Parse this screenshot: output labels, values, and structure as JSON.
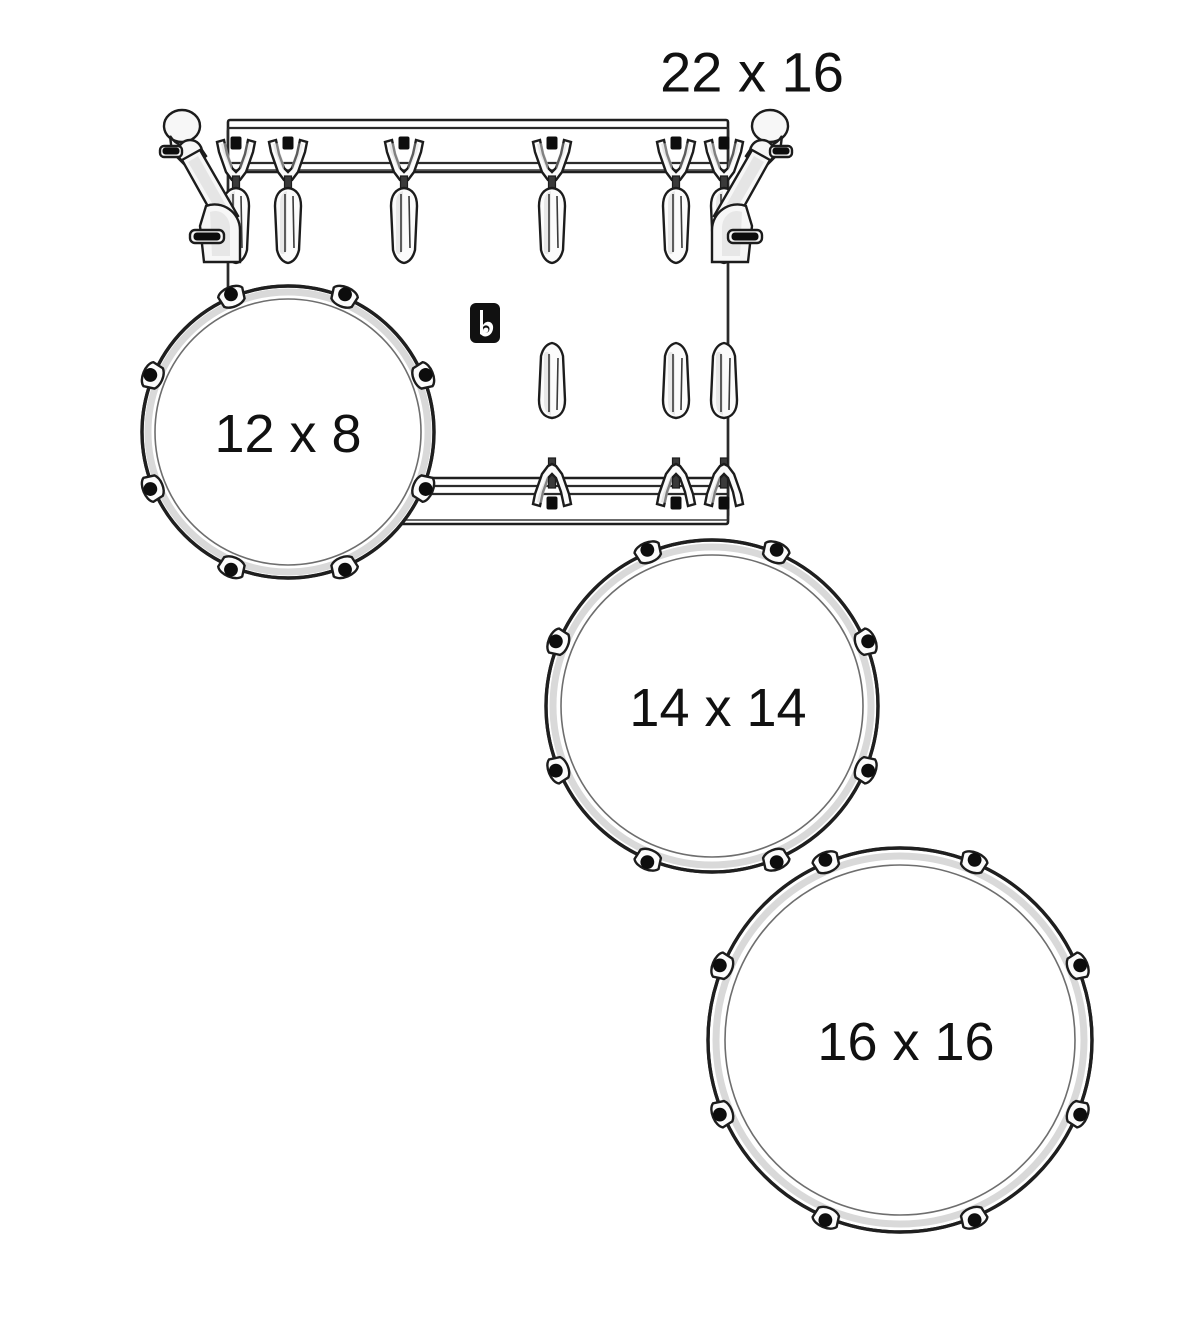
{
  "document": {
    "kind": "drum-kit-configuration-diagram",
    "background_color": "#ffffff",
    "ink_color": "#1a1a1a",
    "label_color": "#111111"
  },
  "drums": {
    "bass_drum": {
      "name": "bass-drum",
      "label": "22 x 16",
      "label_position": "above-right",
      "diameter_in": 22,
      "depth_in": 16,
      "lug_count_visible": 5,
      "hoop_style": "wood-hoop-with-claw-hooks"
    },
    "rack_tom": {
      "name": "rack-tom",
      "label": "12 x 8",
      "label_position": "center",
      "diameter_in": 12,
      "depth_in": 8,
      "lug_count_visible": 8,
      "hoop_style": "triple-flange"
    },
    "floor_tom_small": {
      "name": "floor-tom-14",
      "label": "14 x 14",
      "label_position": "center",
      "diameter_in": 14,
      "depth_in": 14,
      "lug_count_visible": 8,
      "hoop_style": "triple-flange"
    },
    "floor_tom_large": {
      "name": "floor-tom-16",
      "label": "16 x 16",
      "label_position": "center",
      "diameter_in": 16,
      "depth_in": 16,
      "lug_count_visible": 8,
      "hoop_style": "triple-flange"
    }
  },
  "badge": {
    "name": "brand-badge",
    "glyph": "b",
    "shape": "rounded-rectangle",
    "background_color": "#111111",
    "mark_color": "#ffffff"
  },
  "hardware": {
    "left_spur": {
      "name": "bass-drum-spur-left",
      "has_wing_screw": true,
      "has_rubber_foot": true
    },
    "right_spur": {
      "name": "bass-drum-spur-right",
      "has_wing_screw": true,
      "has_rubber_foot": true
    },
    "claw_hook": {
      "name": "claw-hook",
      "count_top": 5,
      "count_bottom": 3
    },
    "tension_rod": {
      "name": "tension-rod"
    }
  }
}
